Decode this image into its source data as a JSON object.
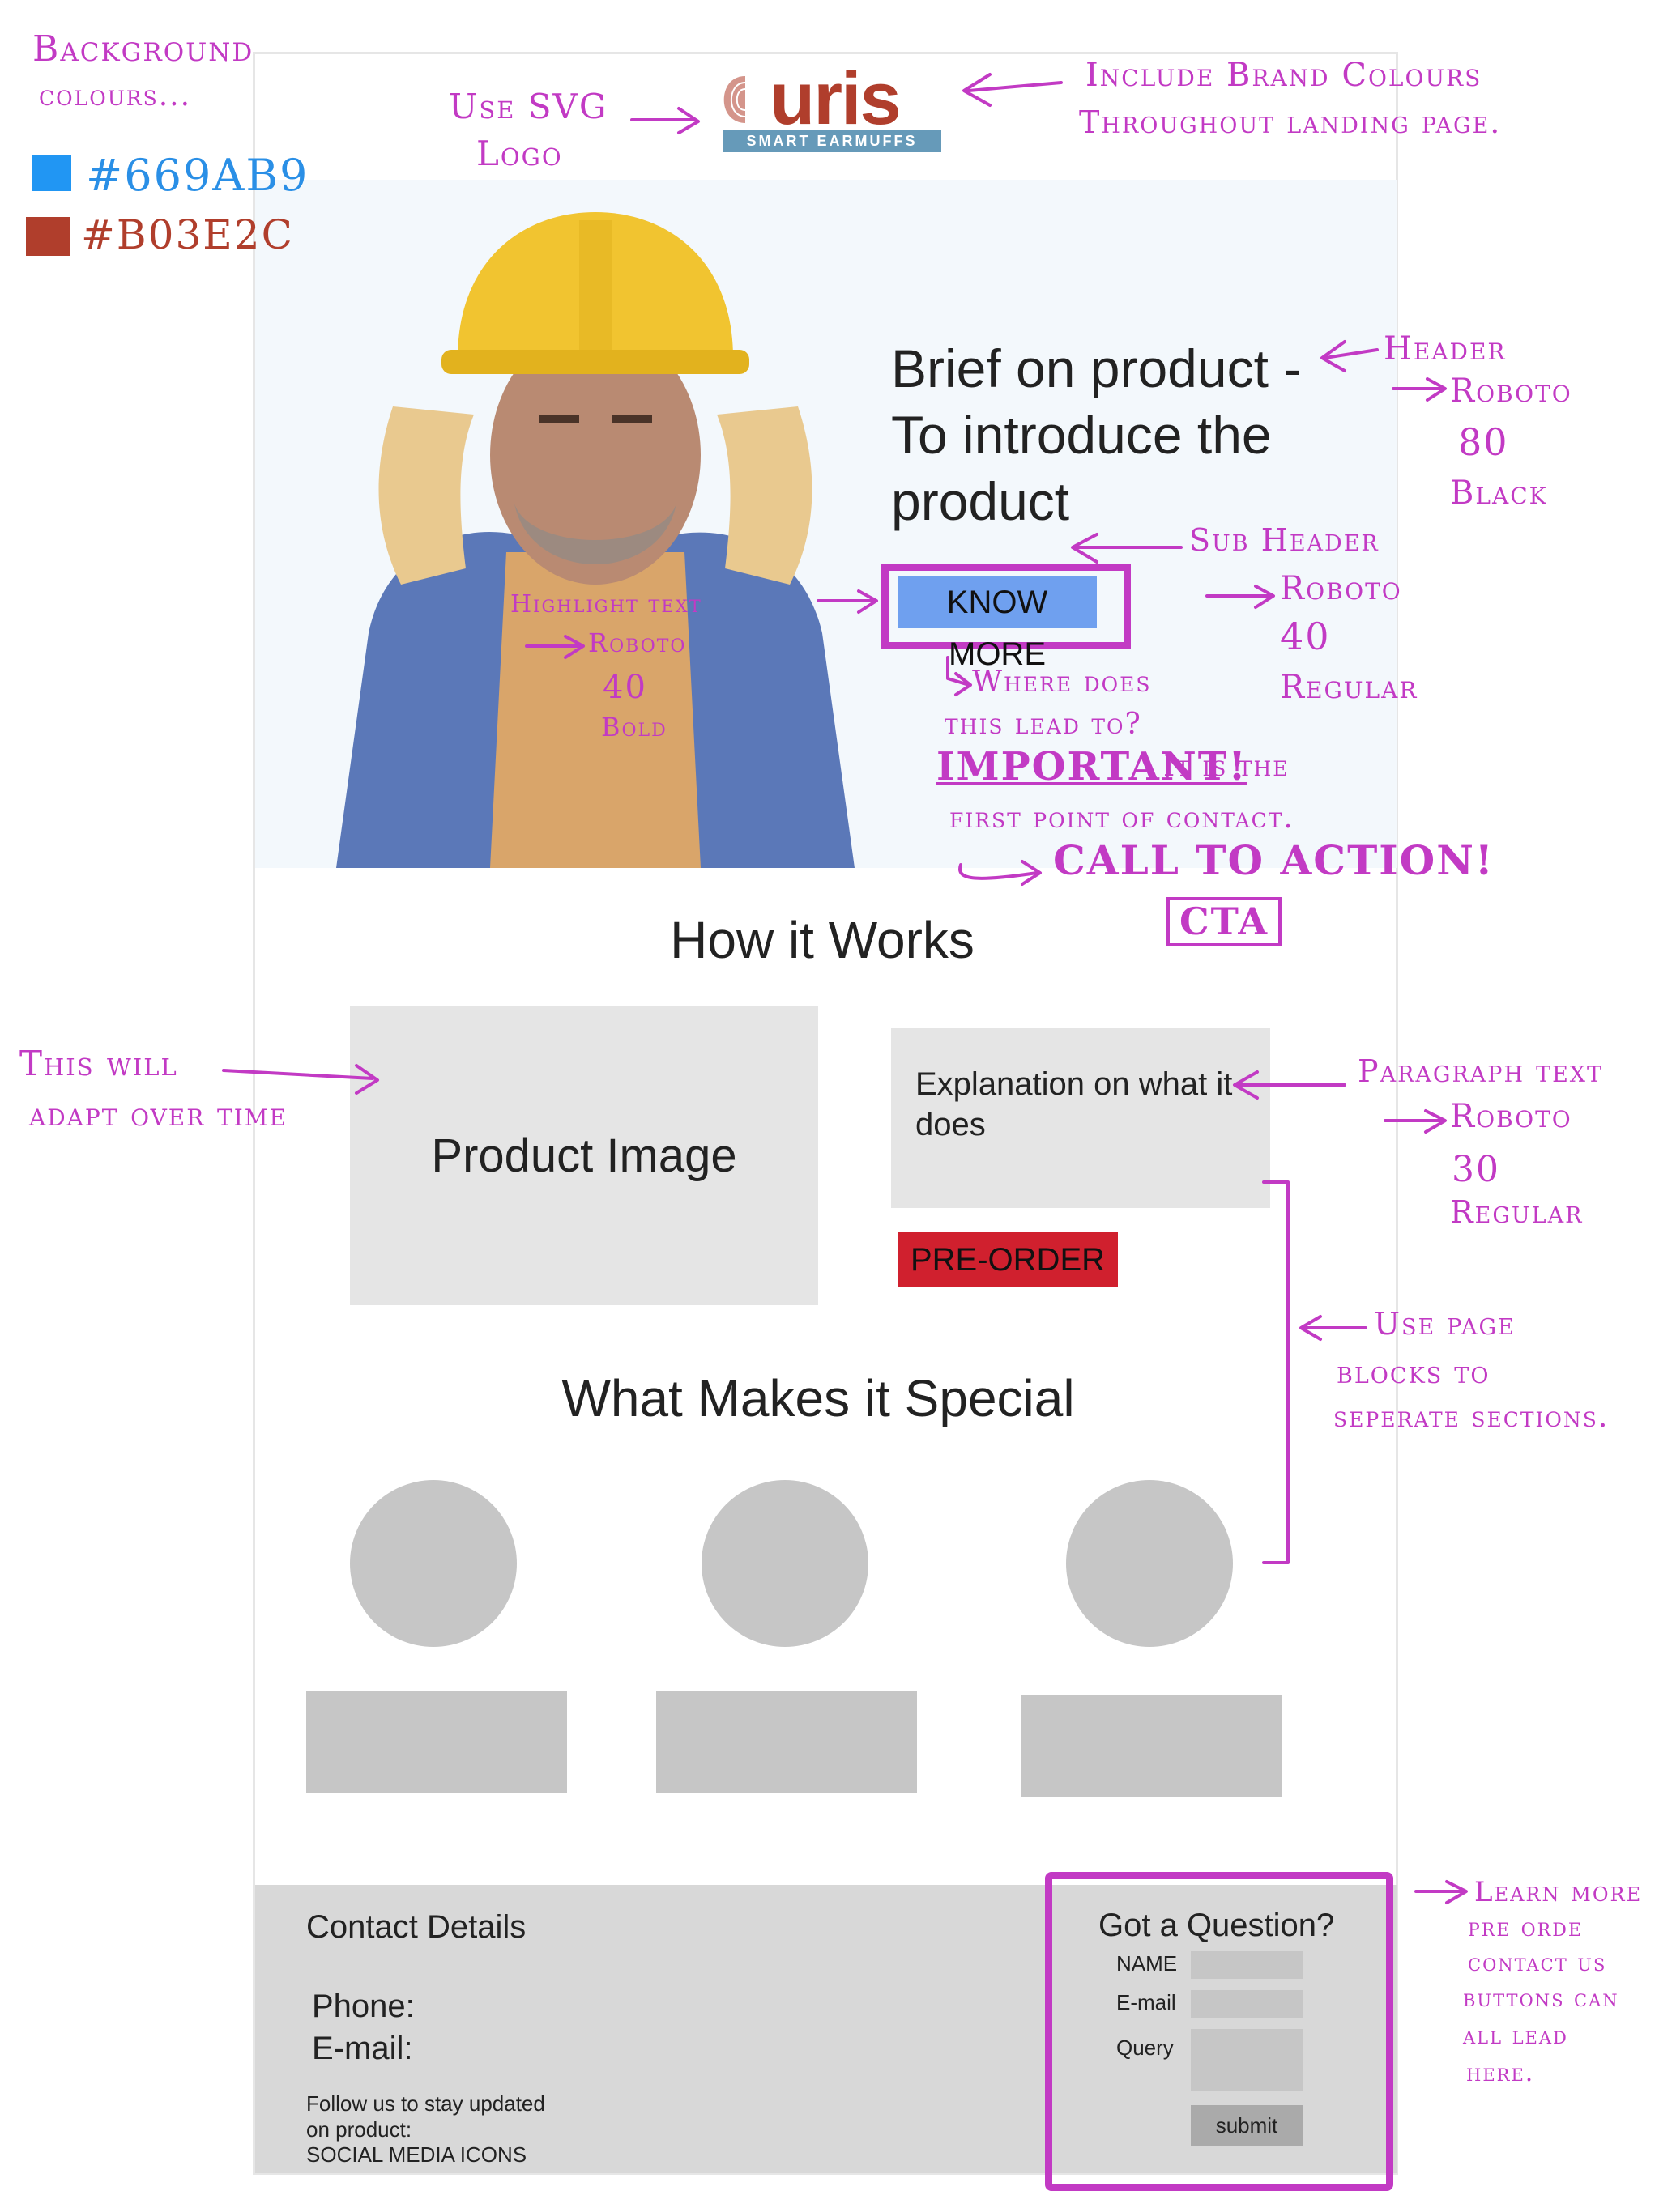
{
  "brand": {
    "logo_word": "uris",
    "logo_tagline": "SMART EARMUFFS",
    "colors": {
      "blue": "#669AB9",
      "red": "#B03E2C"
    }
  },
  "hero": {
    "title": "Brief on product - To introduce the product",
    "cta_label": "KNOW MORE"
  },
  "how_it_works": {
    "heading": "How it Works",
    "product_image_label": "Product Image",
    "explanation": "Explanation on what it does",
    "preorder_label": "PRE-ORDER"
  },
  "special": {
    "heading": "What Makes it Special"
  },
  "footer": {
    "contact_heading": "Contact Details",
    "phone_label": "Phone:",
    "email_label": "E-mail:",
    "follow_text": "Follow us to stay updated on product:",
    "social_text": "SOCIAL MEDIA ICONS"
  },
  "question_form": {
    "heading": "Got a Question?",
    "name_label": "NAME",
    "email_label": "E-mail",
    "query_label": "Query",
    "submit_label": "submit"
  },
  "annotations": {
    "bg_colours_1": "Background",
    "bg_colours_2": "colours...",
    "swatch_blue": "#669AB9",
    "swatch_red": "#B03E2C",
    "svg_logo_1": "Use SVG",
    "svg_logo_2": "Logo",
    "brand_1": "Include Brand Colours",
    "brand_2": "Throughout landing page.",
    "header_1": "Header",
    "header_2": "Roboto",
    "header_3": "80",
    "header_4": "Black",
    "sub_1": "Sub Header",
    "sub_2": "Roboto",
    "sub_3": "40",
    "sub_4": "Regular",
    "highlight_1": "Highlight text",
    "highlight_2": "Roboto",
    "highlight_3": "40",
    "highlight_4": "Bold",
    "cta_1": "Where does",
    "cta_2": "this lead to?",
    "cta_3a": "IMPORTANT!",
    "cta_3b": "It is the",
    "cta_4": "first point of contact.",
    "cta_5": "CALL TO ACTION!",
    "cta_6": "CTA",
    "adapt_1": "This will",
    "adapt_2": "adapt over time",
    "para_1": "Paragraph text",
    "para_2": "Roboto",
    "para_3": "30",
    "para_4": "Regular",
    "blocks_1": "Use page",
    "blocks_2": "blocks to",
    "blocks_3": "seperate sections.",
    "learn_1": "Learn more",
    "learn_2": "pre orde",
    "learn_3": "contact us",
    "learn_4": "buttons can",
    "learn_5": "all lead",
    "learn_6": "here."
  }
}
